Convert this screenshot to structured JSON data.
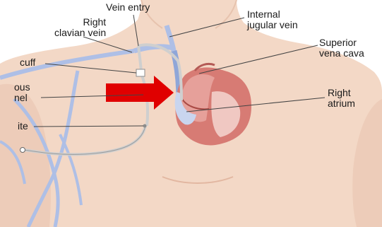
{
  "labels": {
    "vein_entry": "Vein entry",
    "right_subclavian_l1": "Right",
    "right_subclavian_l2": "clavian vein",
    "internal_jugular_l1": "Internal",
    "internal_jugular_l2": "jugular vein",
    "superior_vena_cava_l1": "Superior",
    "superior_vena_cava_l2": "vena cava",
    "right_atrium_l1": "Right",
    "right_atrium_l2": "atrium",
    "cuff": "cuff",
    "tunnel_l1": "ous",
    "tunnel_l2": "nel",
    "exit_site": "ite"
  },
  "colors": {
    "skin": "#f3d8c6",
    "vein": "#aebfe6",
    "vein_dark": "#8fa6d8",
    "catheter": "#cfcfcf",
    "heart": "#d77b74",
    "arrow": "#e00000"
  }
}
